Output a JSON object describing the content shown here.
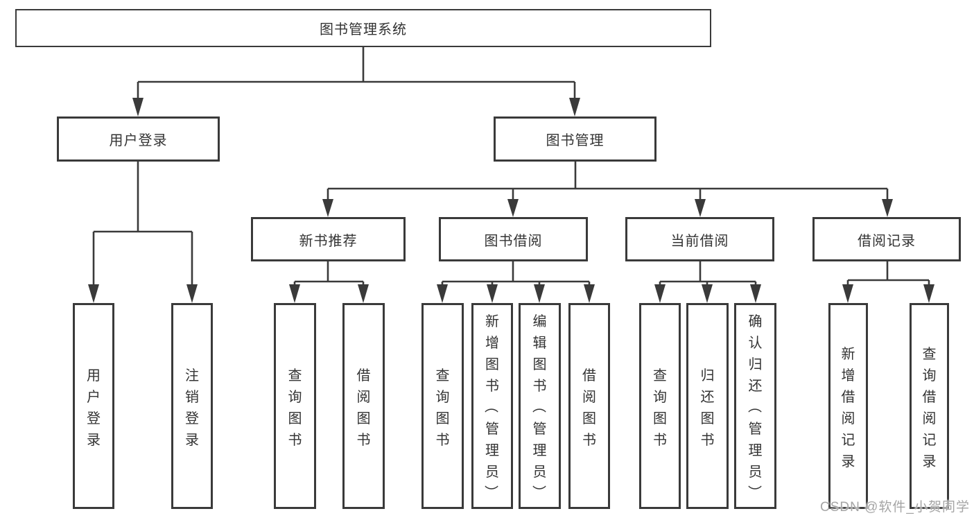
{
  "diagram": {
    "title": "图书管理系统",
    "root": {
      "label": "图书管理系统"
    },
    "level2": [
      {
        "label": "用户登录"
      },
      {
        "label": "图书管理"
      }
    ],
    "level3": [
      {
        "label": "新书推荐"
      },
      {
        "label": "图书借阅"
      },
      {
        "label": "当前借阅"
      },
      {
        "label": "借阅记录"
      }
    ],
    "leaves": [
      {
        "label": "用户登录",
        "parent": "用户登录"
      },
      {
        "label": "注销登录",
        "parent": "用户登录"
      },
      {
        "label": "查询图书",
        "parent": "新书推荐"
      },
      {
        "label": "借阅图书",
        "parent": "新书推荐"
      },
      {
        "label": "查询图书",
        "parent": "图书借阅"
      },
      {
        "label": "新增图书（管理员）",
        "parent": "图书借阅"
      },
      {
        "label": "编辑图书（管理员）",
        "parent": "图书借阅"
      },
      {
        "label": "借阅图书",
        "parent": "图书借阅"
      },
      {
        "label": "查询图书",
        "parent": "当前借阅"
      },
      {
        "label": "归还图书",
        "parent": "当前借阅"
      },
      {
        "label": "确认归还（管理员）",
        "parent": "当前借阅"
      },
      {
        "label": "新增借阅记录",
        "parent": "借阅记录"
      },
      {
        "label": "查询借阅记录",
        "parent": "借阅记录"
      }
    ]
  },
  "watermark": {
    "text": "CSDN @软件_小贺同学"
  },
  "colors": {
    "line": "#3a3a3a",
    "text": "#333333",
    "watermark": "#a5a5a5",
    "background": "#ffffff"
  }
}
